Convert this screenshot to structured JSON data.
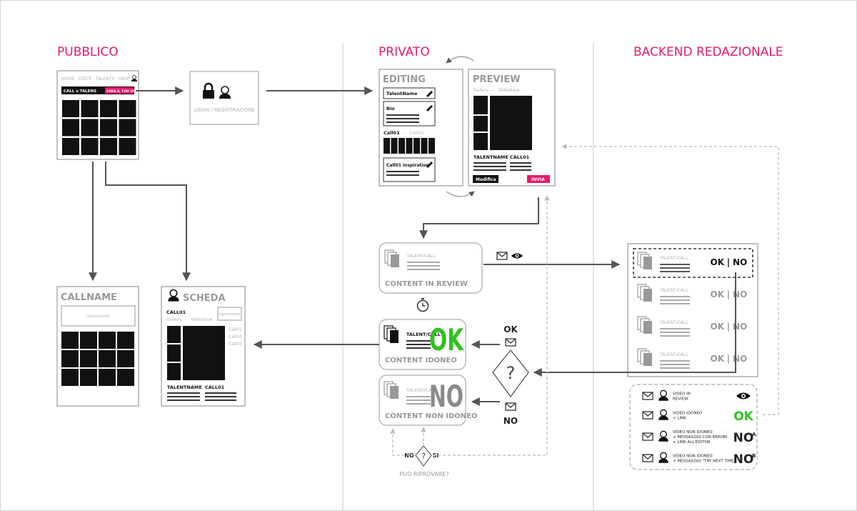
{
  "sections": {
    "public": "PUBBLICO",
    "private": "PRIVATO",
    "backend": "BACKEND REDAZIONALE"
  },
  "home": {
    "nav": "HOME · COS'È · TALENTS · HELP",
    "call_label": "CALL x TALENS",
    "cta_label": "CREA IL TUO VIDEO"
  },
  "login": {
    "label": "LOGIN / REGISTRAZIONE"
  },
  "editing": {
    "title": "EDITING",
    "talent_name": "TalentName",
    "bio": "Bio",
    "call1": "Call01",
    "call_sep": "–",
    "call2": "Call02",
    "inspiration": "Call01 inspiration"
  },
  "preview": {
    "title": "PREVIEW",
    "gallery": "Gallery",
    "sep": "–",
    "slideshow": "Slideshow",
    "talentname": "TALENTNAME",
    "call01": "CALL01",
    "modifica": "Modifica",
    "invia": "INVIA"
  },
  "callname": {
    "title": "CALLNAME",
    "sponsored": "(sponsored)"
  },
  "scheda": {
    "title": "SCHEDA",
    "call01": "CALL01",
    "gallery": "Gallery",
    "sep": "–",
    "slideshow": "Slideshow",
    "sponsored": "(sponsored)",
    "calls": [
      "Call01",
      "Call02",
      "Call03"
    ],
    "talentname": "TALENTNAME",
    "call01_bottom": "CALL01"
  },
  "review": {
    "tag": "TALENT/CALL",
    "label": "CONTENT IN REVIEW"
  },
  "idoneo": {
    "tag": "TALENT/CALL",
    "label": "CONTENT IDONEO",
    "big": "OK"
  },
  "non_idoneo": {
    "tag": "TALENT/CALL",
    "label": "CONTENT NON IDONEO",
    "big": "NO"
  },
  "decision": {
    "ok": "OK",
    "no": "NO",
    "q": "?"
  },
  "retry": {
    "no": "NO",
    "si": "SI",
    "q": "?",
    "label": "PUÒ RIPROVARE?"
  },
  "backend": {
    "tag": "TALENT/CALL",
    "ok": "OK",
    "sep": "|",
    "no": "NO"
  },
  "legend": [
    {
      "lines": [
        "VIDEO IN",
        "REVIEW"
      ],
      "sym": "eye"
    },
    {
      "lines": [
        "VIDEO IDONEO",
        "+ LINK"
      ],
      "sym": "OK"
    },
    {
      "lines": [
        "VIDEO NON IDONEO",
        "+ MESSAGGIO CON ERRORI",
        "+ LINK ALL'EDITOR"
      ],
      "sym": "NO",
      "sup": "A"
    },
    {
      "lines": [
        "VIDEO NON IDONEO",
        "+ MESSAGGIO \"TRY NEXT TIME\""
      ],
      "sym": "NO",
      "sup": "B"
    }
  ],
  "colors": {
    "accent": "#e5196e",
    "ok": "#2fc21e",
    "gray": "#8a8a8a"
  }
}
